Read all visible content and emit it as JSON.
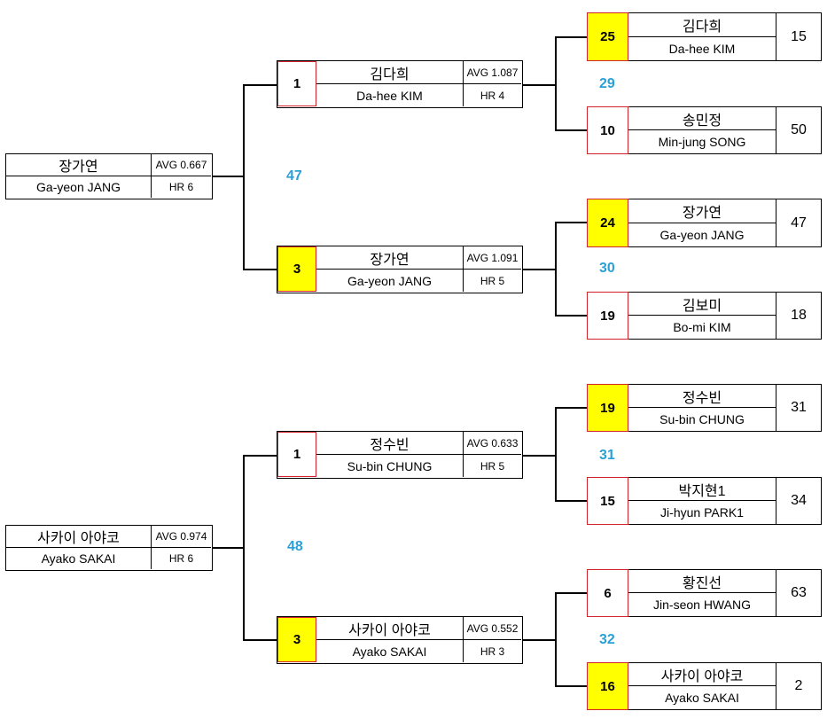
{
  "brackets": [
    {
      "winner": {
        "ko": "장가연",
        "en": "Ga-yeon JANG",
        "avg": "AVG 0.667",
        "hr": "HR 6"
      },
      "final_match_no": "47",
      "semis": [
        {
          "seed": "1",
          "ko": "김다희",
          "en": "Da-hee KIM",
          "avg": "AVG 1.087",
          "hr": "HR 4",
          "match_no": "29",
          "entrants": [
            {
              "seed": "25",
              "ko": "김다희",
              "en": "Da-hee KIM",
              "score": "15"
            },
            {
              "seed": "10",
              "ko": "송민정",
              "en": "Min-jung SONG",
              "score": "50"
            }
          ]
        },
        {
          "seed": "3",
          "ko": "장가연",
          "en": "Ga-yeon JANG",
          "avg": "AVG 1.091",
          "hr": "HR 5",
          "match_no": "30",
          "entrants": [
            {
              "seed": "24",
              "ko": "장가연",
              "en": "Ga-yeon JANG",
              "score": "47"
            },
            {
              "seed": "19",
              "ko": "김보미",
              "en": "Bo-mi KIM",
              "score": "18"
            }
          ]
        }
      ]
    },
    {
      "winner": {
        "ko": "사카이 아야코",
        "en": "Ayako SAKAI",
        "avg": "AVG 0.974",
        "hr": "HR 6"
      },
      "final_match_no": "48",
      "semis": [
        {
          "seed": "1",
          "ko": "정수빈",
          "en": "Su-bin CHUNG",
          "avg": "AVG 0.633",
          "hr": "HR 5",
          "match_no": "31",
          "entrants": [
            {
              "seed": "19",
              "ko": "정수빈",
              "en": "Su-bin CHUNG",
              "score": "31"
            },
            {
              "seed": "15",
              "ko": "박지현1",
              "en": "Ji-hyun PARK1",
              "score": "34"
            }
          ]
        },
        {
          "seed": "3",
          "ko": "사카이 아야코",
          "en": "Ayako SAKAI",
          "avg": "AVG 0.552",
          "hr": "HR 3",
          "match_no": "32",
          "entrants": [
            {
              "seed": "6",
              "ko": "황진선",
              "en": "Jin-seon HWANG",
              "score": "63"
            },
            {
              "seed": "16",
              "ko": "사카이 아야코",
              "en": "Ayako SAKAI",
              "score": "2"
            }
          ]
        }
      ]
    }
  ],
  "colors": {
    "highlight": "#ffff00",
    "seed_border": "#d0232a",
    "match_number": "#2aa0d6",
    "line": "#000000"
  }
}
